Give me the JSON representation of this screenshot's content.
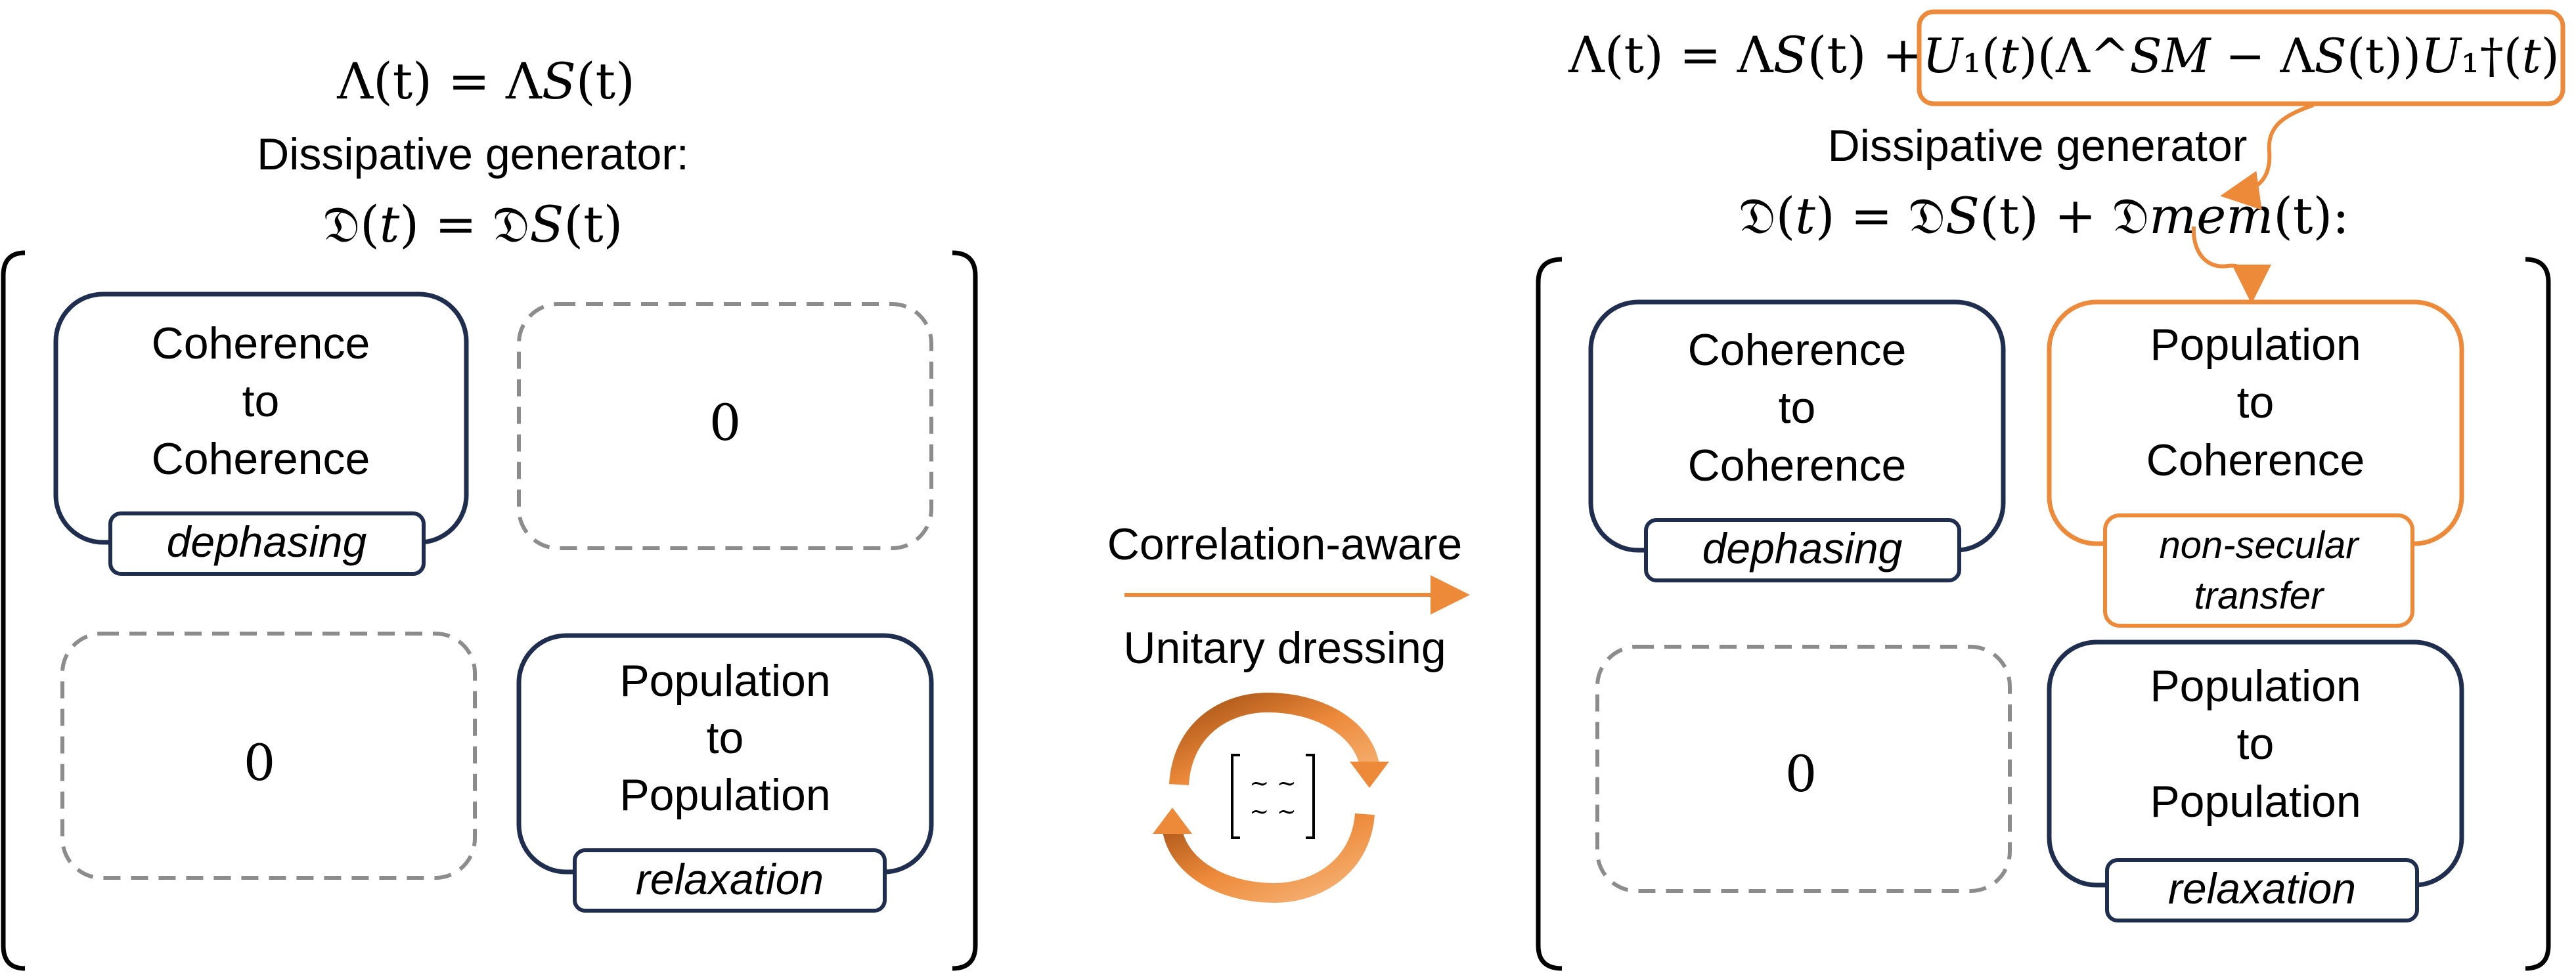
{
  "left_panel": {
    "eq_lambda": "Λ(t) = Λ𝑆(t)",
    "generator_label": "Dissipative generator:",
    "eq_generator": "𝔇(𝑡) = 𝔇𝑆(t)",
    "cells": {
      "top_left": {
        "lines": [
          "Coherence",
          "to",
          "Coherence"
        ],
        "tag": "dephasing"
      },
      "top_right": {
        "value": "0"
      },
      "bottom_left": {
        "value": "0"
      },
      "bottom_right": {
        "lines": [
          "Population",
          "to",
          "Population"
        ],
        "tag": "relaxation"
      }
    }
  },
  "middle": {
    "label_top": "Correlation-aware",
    "label_bottom": "Unitary dressing",
    "matrix_icon_lines": [
      "~ ~",
      "~ ~"
    ]
  },
  "right_panel": {
    "eq_lambda_prefix": "Λ(t) = Λ𝑆(t) +",
    "eq_lambda_term": "𝑈₁(𝑡)(Λ^𝑆𝑀 − Λ𝑆(t))𝑈₁†(𝑡)",
    "generator_label": "Dissipative generator",
    "eq_generator": "𝔇(𝑡) = 𝔇𝑆(t) + 𝔇𝑚𝑒𝑚(t):",
    "cells": {
      "top_left": {
        "lines": [
          "Coherence",
          "to",
          "Coherence"
        ],
        "tag": "dephasing"
      },
      "top_right": {
        "lines": [
          "Population",
          "to",
          "Coherence"
        ],
        "tag_lines": [
          "non-secular",
          "transfer"
        ]
      },
      "bottom_left": {
        "value": "0"
      },
      "bottom_right": {
        "lines": [
          "Population",
          "to",
          "Population"
        ],
        "tag": "relaxation"
      }
    }
  },
  "colors": {
    "navy": "#1f2d4f",
    "orange": "#ed8a3a",
    "dash_gray": "#8c8c8c"
  }
}
